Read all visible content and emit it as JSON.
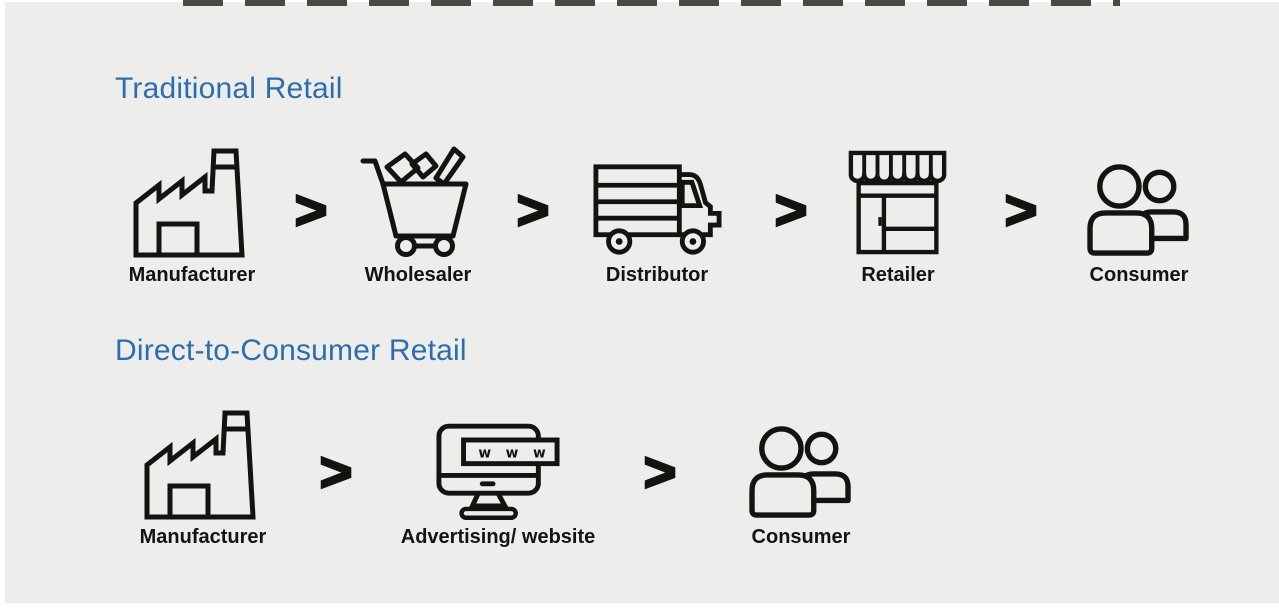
{
  "page": {
    "background_color": "#ffffff",
    "panel_color": "#edeeec",
    "heading_color": "#2c6dad",
    "ink_color": "#14130f",
    "separator": ">"
  },
  "sections": [
    {
      "title": "Traditional Retail",
      "items": [
        {
          "label": "Manufacturer",
          "icon": "factory-icon"
        },
        {
          "label": "Wholesaler",
          "icon": "shopping-cart-icon"
        },
        {
          "label": "Distributor",
          "icon": "delivery-truck-icon"
        },
        {
          "label": "Retailer",
          "icon": "storefront-icon"
        },
        {
          "label": "Consumer",
          "icon": "people-icon"
        }
      ]
    },
    {
      "title": "Direct-to-Consumer Retail",
      "items": [
        {
          "label": "Manufacturer",
          "icon": "factory-icon"
        },
        {
          "label": "Advertising/ website",
          "icon": "computer-website-icon",
          "screen_text": "w w w"
        },
        {
          "label": "Consumer",
          "icon": "people-icon"
        }
      ]
    }
  ]
}
